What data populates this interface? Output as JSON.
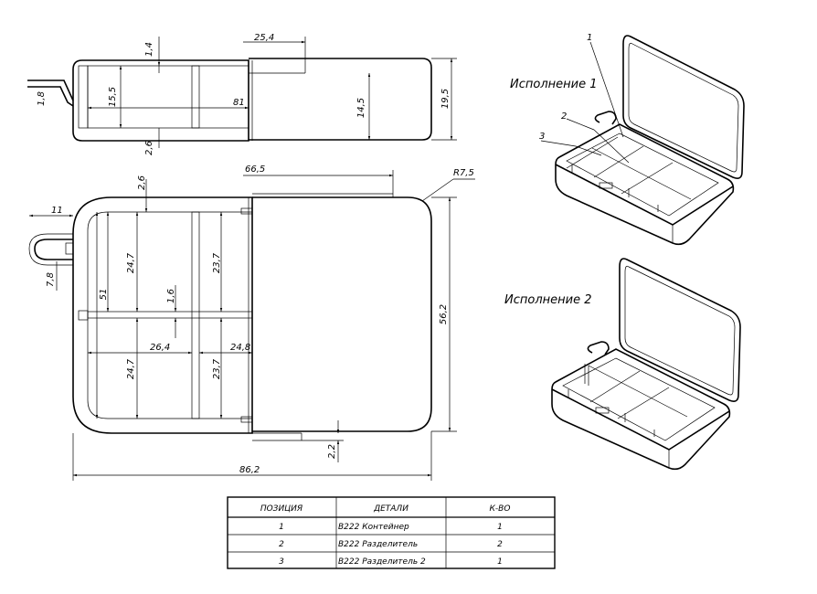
{
  "dimensions": {
    "top_wall": "1,4",
    "top_len": "25,4",
    "top_hook": "1,8",
    "top_inner_h": "15,5",
    "top_inner_w": "81",
    "top_cav_h": "14,5",
    "top_total_h": "19,5",
    "top_base": "2,6",
    "plan_top_len": "66,5",
    "radius": "R7,5",
    "plan_wall": "2,6",
    "loop_w": "11",
    "loop_h": "7,8",
    "cell_h_left_top": "24,7",
    "cell_h_right_top": "23,7",
    "inner_h": "51",
    "divider_t": "1,6",
    "total_h": "56,2",
    "cell_w_left": "26,4",
    "cell_w_right": "24,8",
    "cell_h_left_bot": "24,7",
    "cell_h_right_bot": "23,7",
    "bottom_step": "2,2",
    "total_w": "86,2"
  },
  "captions": {
    "variant1": "Исполнение 1",
    "variant2": "Исполнение 2"
  },
  "callouts": [
    "1",
    "2",
    "3"
  ],
  "table": {
    "headers": [
      "ПОЗИЦИЯ",
      "ДЕТАЛИ",
      "К-ВО"
    ],
    "rows": [
      {
        "pos": "1",
        "part": "B222 Контейнер",
        "qty": "1"
      },
      {
        "pos": "2",
        "part": "B222 Разделитель",
        "qty": "2"
      },
      {
        "pos": "3",
        "part": "B222 Разделитель 2",
        "qty": "1"
      }
    ]
  }
}
